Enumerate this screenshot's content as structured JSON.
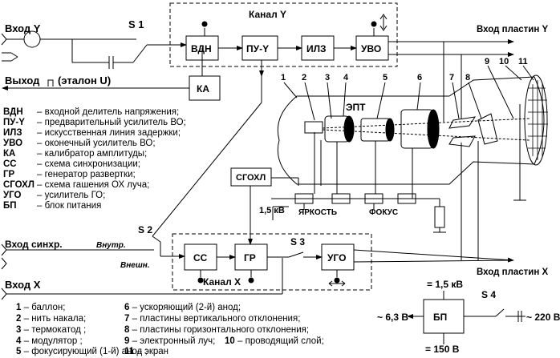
{
  "inputs": {
    "input_y": "Вход Y",
    "output_cal": "Выход",
    "output_cal_suffix": "(эталон U)",
    "input_sync": "Вход синхр.",
    "input_x": "Вход X",
    "internal": "Внутр.",
    "external": "Внешн."
  },
  "switches": {
    "s1": "S 1",
    "s2": "S 2",
    "s3": "S 3",
    "s4": "S 4"
  },
  "channels": {
    "y": "Канал Y",
    "x": "Канал X"
  },
  "blocks": {
    "vdn": "ВДН",
    "puy": "ПУ-Y",
    "ilz": "ИЛЗ",
    "uvo": "УВО",
    "ka": "КА",
    "cs": "СС",
    "gr": "ГР",
    "ugo": "УГО",
    "sgohl": "СГОХЛ",
    "bp": "БП"
  },
  "outputs": {
    "plates_y": "Вход пластин Y",
    "plates_x": "Вход пластин X"
  },
  "crt": {
    "title": "ЭПТ",
    "numbers": [
      "1",
      "2",
      "3",
      "4",
      "5",
      "6",
      "7",
      "8",
      "9",
      "10",
      "11"
    ],
    "brightness": "ЯРКОСТЬ",
    "focus": "ФОКУС",
    "hv": "1,5 кВ"
  },
  "power": {
    "plus": "= 1,5 кВ",
    "minus_heater": "~ 6,3 В",
    "mains": "~ 220 В",
    "plus150": "= 150 В"
  },
  "abbreviations": [
    {
      "abbr": "ВДН",
      "text": "– входной делитель напряжения;"
    },
    {
      "abbr": "ПУ-Y",
      "text": "– предварительный усилитель ВО;"
    },
    {
      "abbr": "ИЛЗ",
      "text": "– искусственная линия задержки;"
    },
    {
      "abbr": "УВО",
      "text": "– оконечный усилитель ВО;"
    },
    {
      "abbr": "КА",
      "text": "– калибратор амплитуды;"
    },
    {
      "abbr": "СС",
      "text": "– схема синхронизации;"
    },
    {
      "abbr": "ГР",
      "text": "– генератор развертки;"
    },
    {
      "abbr": "СГОХЛ",
      "text": "– схема гашения ОХ луча;"
    },
    {
      "abbr": "УГО",
      "text": "– усилитель ГО;"
    },
    {
      "abbr": "БП",
      "text": "– блок питания"
    }
  ],
  "legend": [
    {
      "num": "1",
      "text": "– баллон;"
    },
    {
      "num": "2",
      "text": "– нить накала;"
    },
    {
      "num": "3",
      "text": "– термокатод ;"
    },
    {
      "num": "4",
      "text": "– модулятор ;"
    },
    {
      "num": "5",
      "text": "– фокусирующий (1-й) анод ;"
    },
    {
      "num": "6",
      "text": "– ускоряющий (2-й) анод;"
    },
    {
      "num": "7",
      "text": "– пластины вертикального отклонения;"
    },
    {
      "num": "8",
      "text": "– пластины горизонтального отклонения;"
    },
    {
      "num": "9",
      "text": "– электронный луч;"
    },
    {
      "num": "10",
      "text": "– проводящий слой;"
    },
    {
      "num": "11",
      "text": "– экран"
    }
  ]
}
